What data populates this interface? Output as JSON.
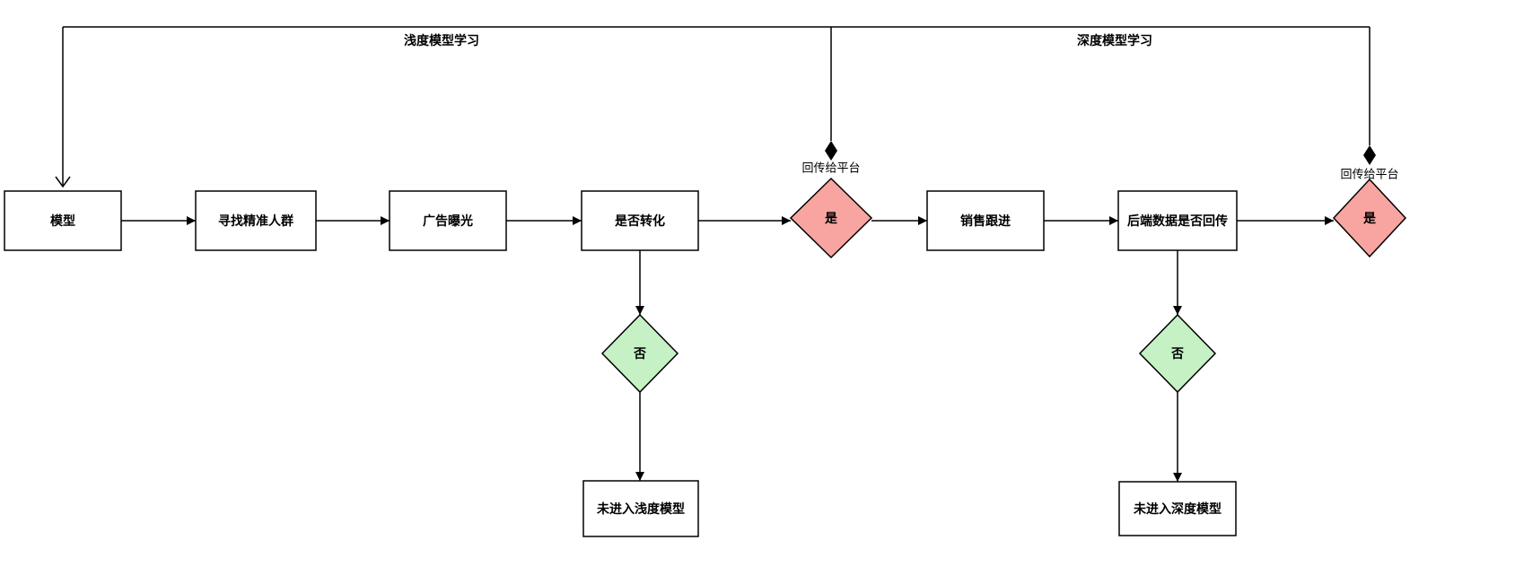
{
  "diagram": {
    "section_labels": {
      "shallow": "浅度模型学习",
      "deep": "深度模型学习"
    },
    "callback_labels": {
      "left": "回传给平台",
      "right": "回传给平台"
    },
    "nodes": {
      "model": "模型",
      "find_audience": "寻找精准人群",
      "ad_exposure": "广告曝光",
      "is_converted": "是否转化",
      "yes_left": "是",
      "sales_followup": "销售跟进",
      "backend_data": "后端数据是否回传",
      "yes_right": "是",
      "no_left": "否",
      "no_right": "否",
      "not_shallow": "未进入浅度模型",
      "not_deep": "未进入深度模型"
    },
    "colors": {
      "yes_fill": "#f8a5a2",
      "no_fill": "#c5f1c4",
      "stroke": "#000000",
      "box_fill": "#ffffff"
    }
  }
}
